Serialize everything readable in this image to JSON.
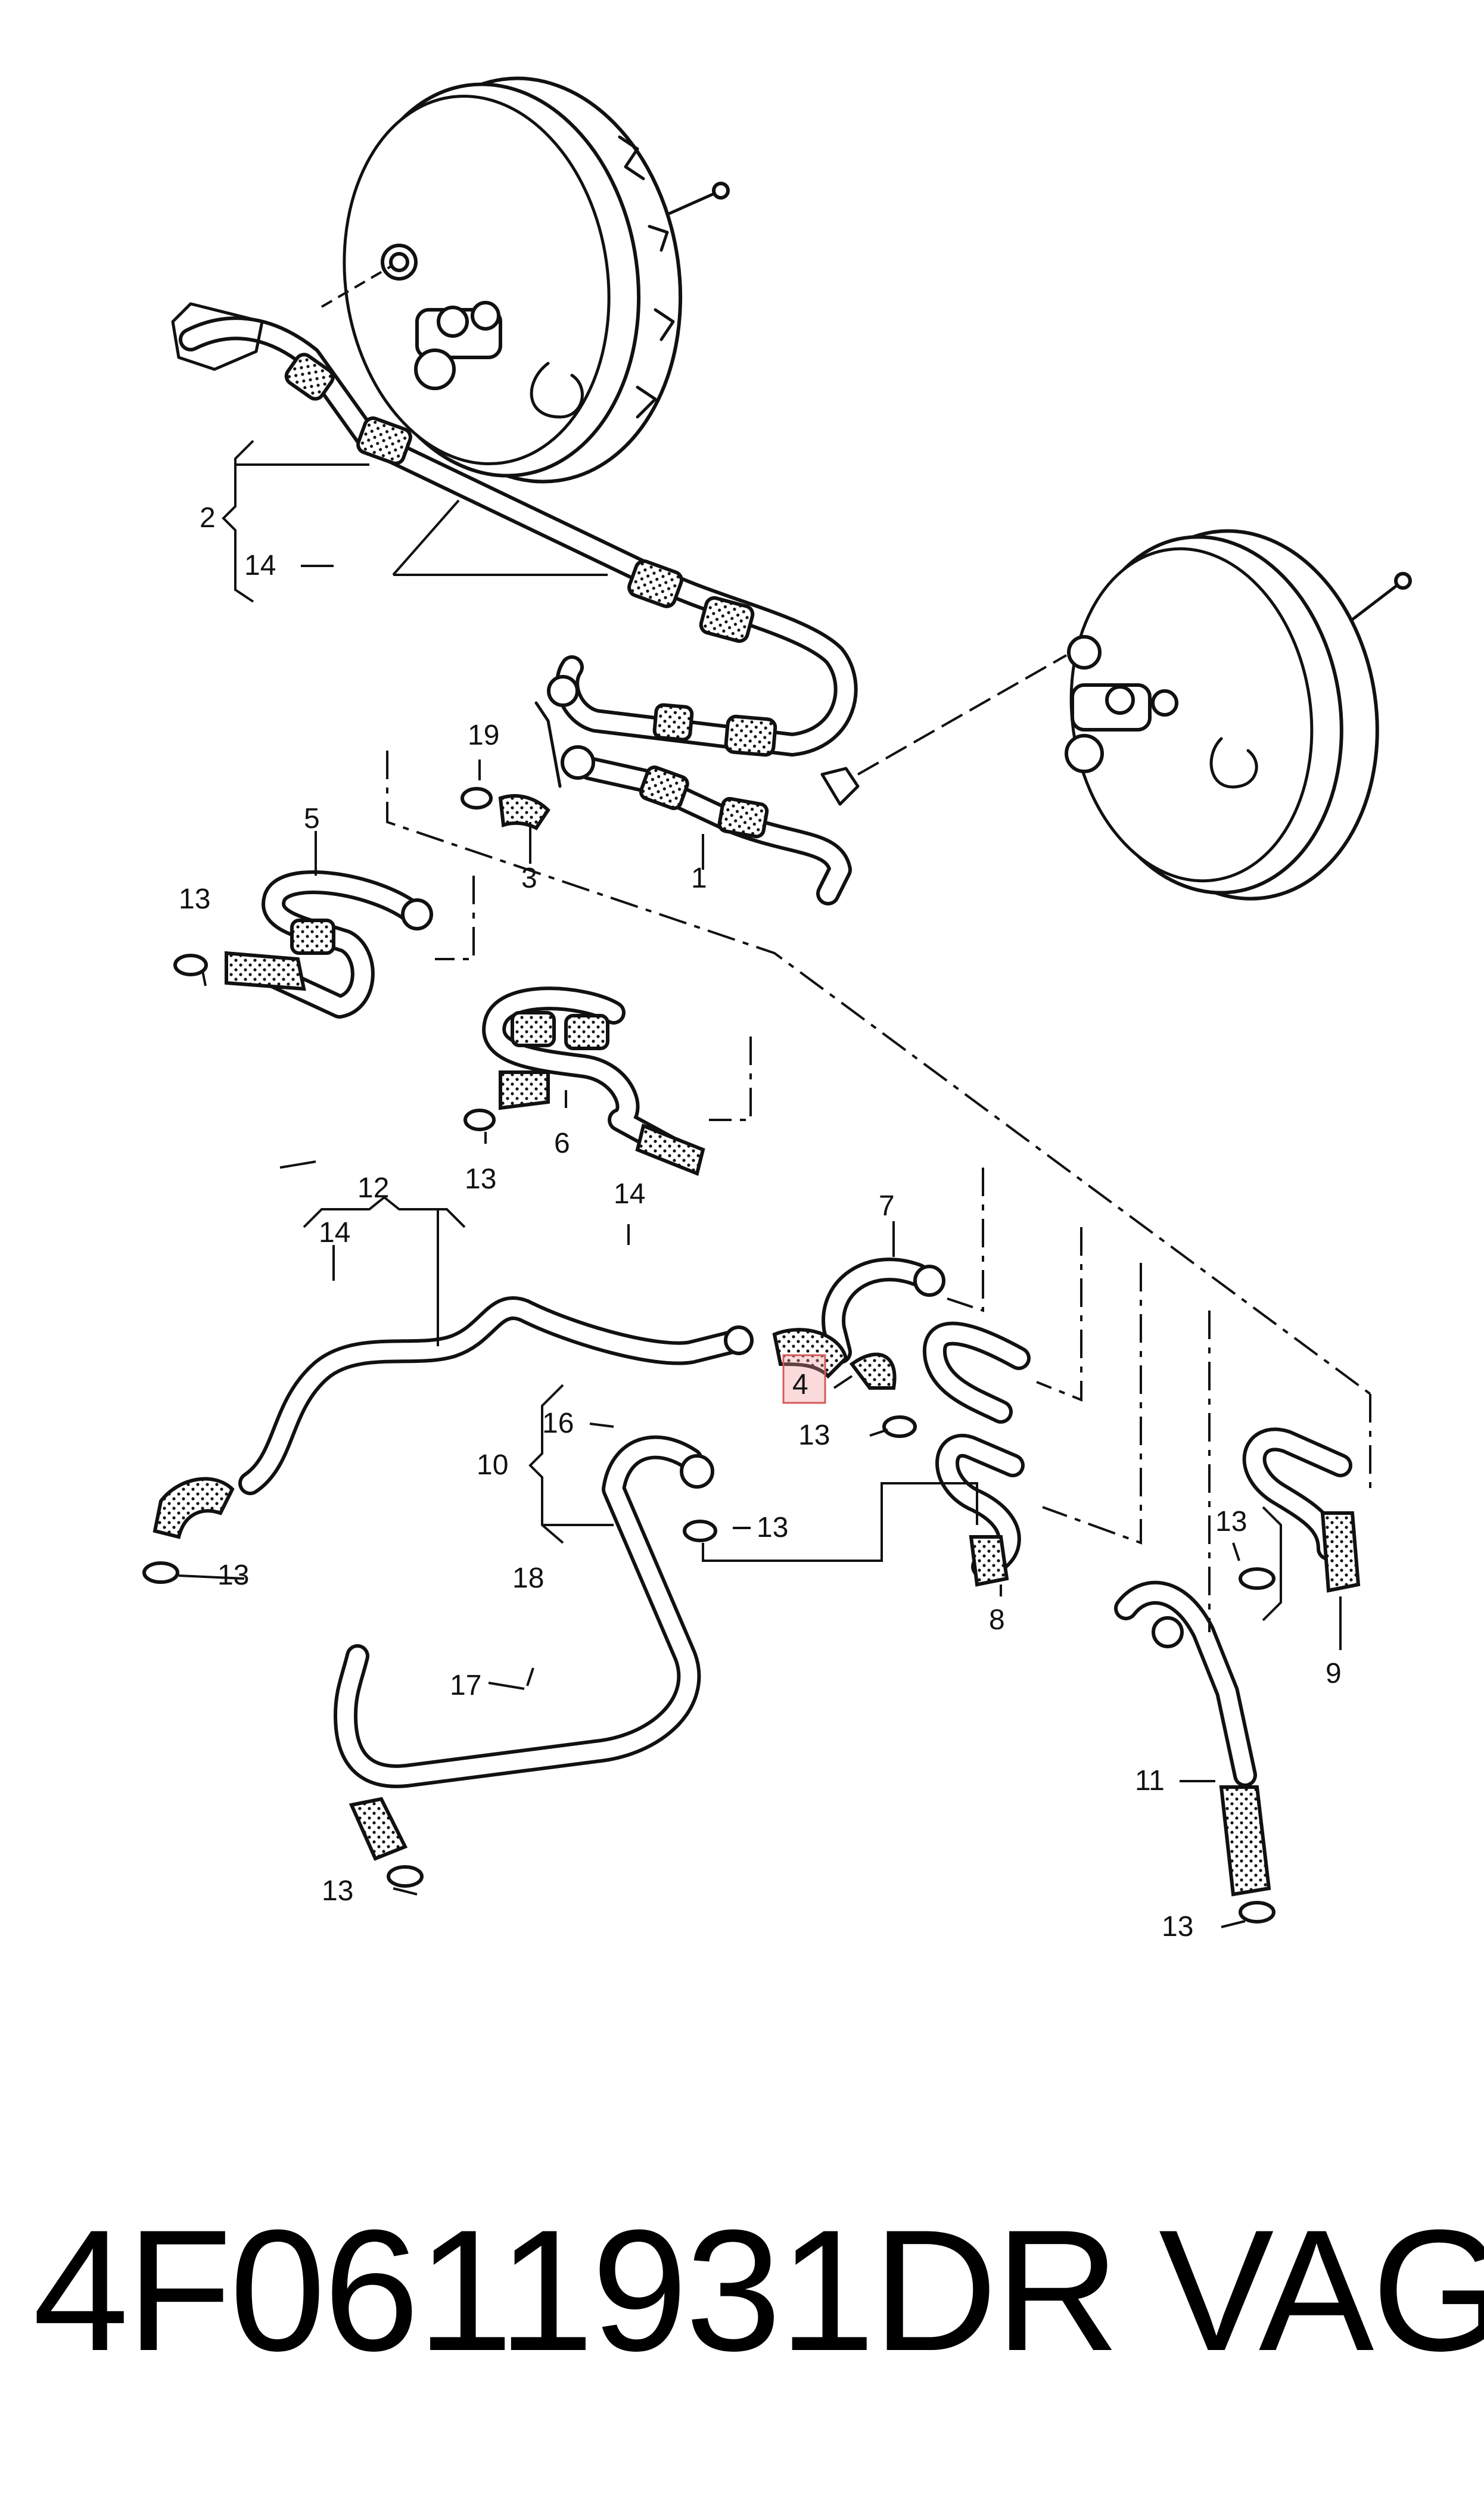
{
  "callouts": {
    "c1": "1",
    "c2": "2",
    "c3": "3",
    "c4": "4",
    "c5": "5",
    "c6": "6",
    "c7": "7",
    "c8": "8",
    "c9": "9",
    "c10": "10",
    "c11": "11",
    "c12": "12",
    "c13a": "13",
    "c13b": "13",
    "c13c": "13",
    "c13d": "13",
    "c13e": "13",
    "c13f": "13",
    "c13g": "13",
    "c13h": "13",
    "c14a": "14",
    "c14b": "14",
    "c14c": "14",
    "c16": "16",
    "c17": "17",
    "c18": "18",
    "c19": "19"
  },
  "highlighted_callout": "4",
  "footer": {
    "part_number": "4F0611931DR",
    "brand": "VAG"
  },
  "colors": {
    "line": "#111111",
    "highlight_fill": "#f7d6d6",
    "highlight_stroke": "#d65a5a",
    "background": "#ffffff"
  }
}
